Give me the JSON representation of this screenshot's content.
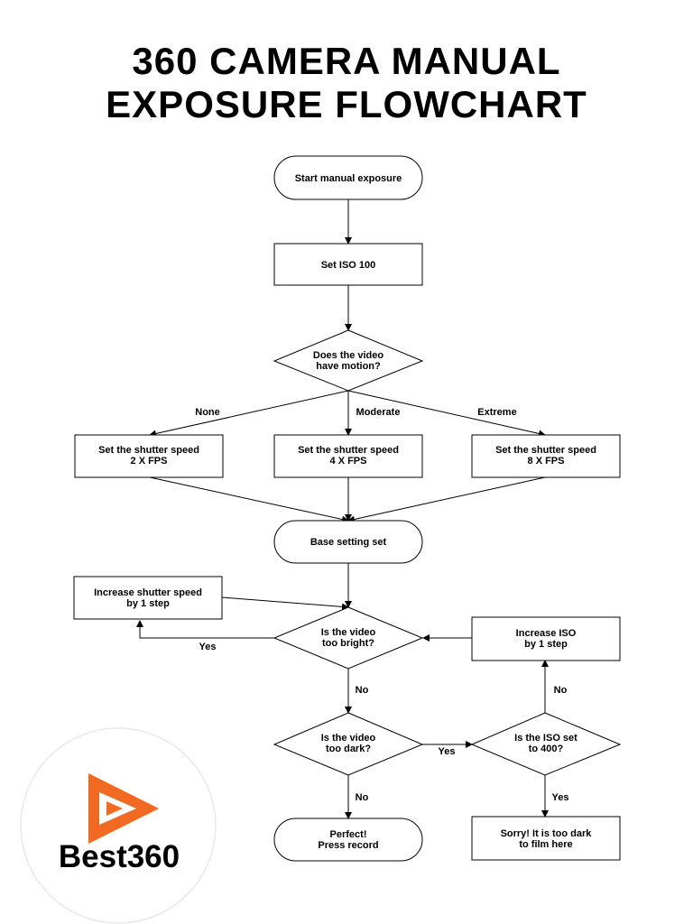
{
  "title": {
    "line1": "360 CAMERA MANUAL",
    "line2": "EXPOSURE FLOWCHART"
  },
  "nodes": {
    "start": {
      "line1": "Start manual exposure"
    },
    "iso100": {
      "line1": "Set ISO 100"
    },
    "motion": {
      "line1": "Does the video",
      "line2": "have motion?"
    },
    "shutter2": {
      "line1": "Set the shutter speed",
      "line2": "2 X FPS"
    },
    "shutter4": {
      "line1": "Set the shutter speed",
      "line2": "4 X FPS"
    },
    "shutter8": {
      "line1": "Set the shutter speed",
      "line2": "8 X FPS"
    },
    "base": {
      "line1": "Base setting set"
    },
    "inc_shutter": {
      "line1": "Increase shutter speed",
      "line2": "by 1 step"
    },
    "bright": {
      "line1": "Is the video",
      "line2": "too bright?"
    },
    "inc_iso": {
      "line1": "Increase ISO",
      "line2": "by 1 step"
    },
    "dark": {
      "line1": "Is the video",
      "line2": "too dark?"
    },
    "iso400": {
      "line1": "Is the ISO set",
      "line2": "to 400?"
    },
    "perfect": {
      "line1": "Perfect!",
      "line2": "Press record"
    },
    "sorry": {
      "line1": "Sorry! It is too dark",
      "line2": "to film here"
    }
  },
  "edges": {
    "none": "None",
    "moderate": "Moderate",
    "extreme": "Extreme",
    "bright_yes": "Yes",
    "bright_no": "No",
    "dark_yes": "Yes",
    "dark_no": "No",
    "iso_no": "No",
    "iso_yes": "Yes"
  },
  "logo": {
    "text": "Best360",
    "accent_color": "#f26a21"
  }
}
